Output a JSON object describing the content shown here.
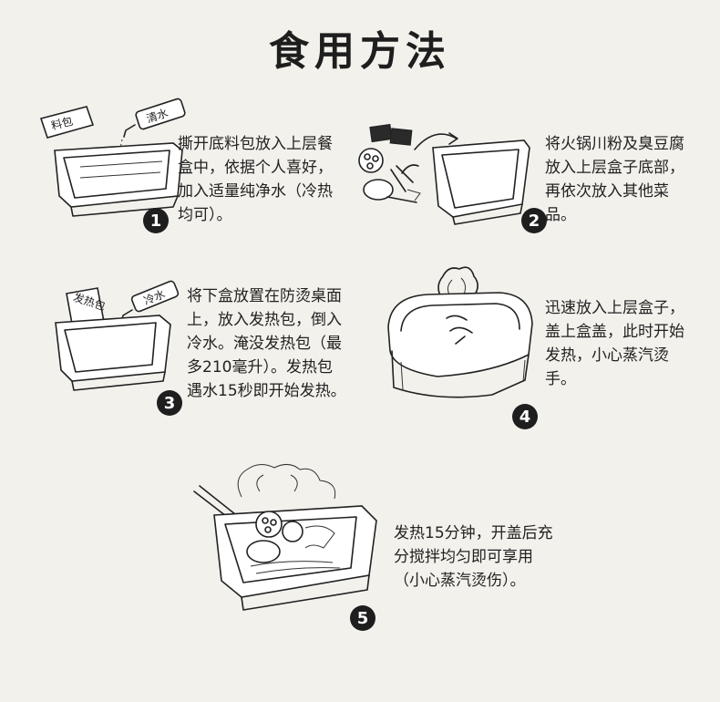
{
  "title": "食用方法",
  "steps": [
    {
      "number": "1",
      "text": "撕开底料包放入上层餐盒中，依据个人喜好，加入适量纯净水（冷热均可）。",
      "labels": {
        "packet": "料包",
        "bottle": "清水"
      }
    },
    {
      "number": "2",
      "text": "将火锅川粉及臭豆腐放入上层盒子底部，再依次放入其他菜品。"
    },
    {
      "number": "3",
      "text": "将下盒放置在防烫桌面上，放入发热包，倒入冷水。淹没发热包（最多210毫升）。发热包遇水15秒即开始发热。",
      "labels": {
        "packet": "发热包",
        "bottle": "冷水"
      }
    },
    {
      "number": "4",
      "text": "迅速放入上层盒子，盖上盒盖，此时开始发热，小心蒸汽烫手。"
    },
    {
      "number": "5",
      "text": "发热15分钟，开盖后充分搅拌均匀即可享用（小心蒸汽烫伤）。"
    }
  ]
}
